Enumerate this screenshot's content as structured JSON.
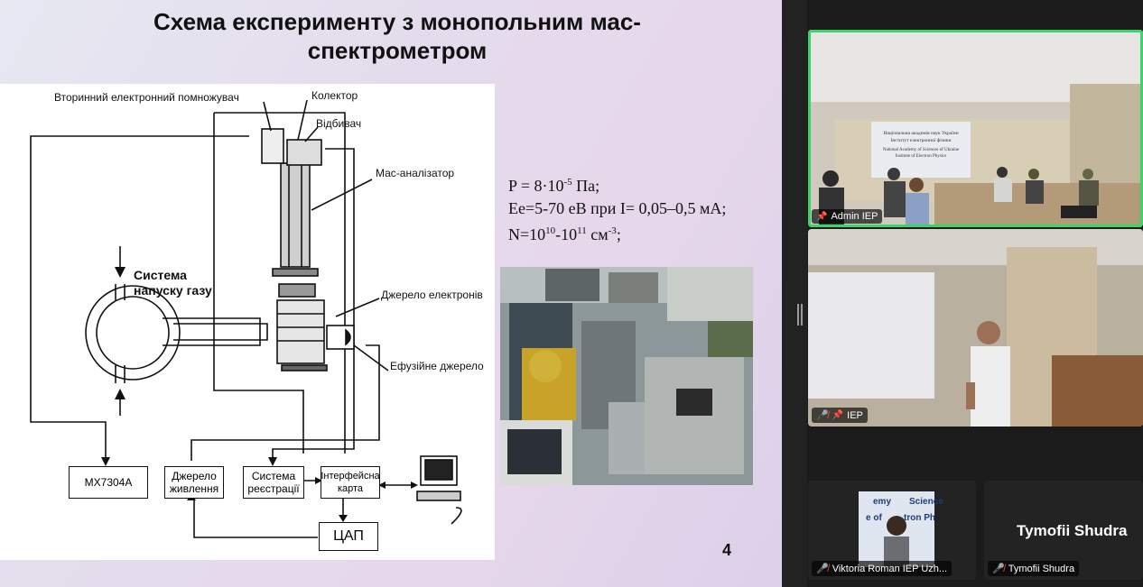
{
  "slide": {
    "title_line1": "Схема експерименту з монопольним мас-",
    "title_line2": "спектрометром",
    "page_number": "4",
    "diagram": {
      "secondary_multiplier": "Вторинний електронний помножувач",
      "collector": "Колектор",
      "deflector": "Відбивач",
      "mass_analyzer": "Мас-аналізатор",
      "gas_inlet": "Система напуску газу",
      "electron_source": "Джерело електронів",
      "effusion_source": "Ефузійне джерело",
      "box_mx": "МХ7304А",
      "box_power_1": "Джерело",
      "box_power_2": "живлення",
      "box_reg_1": "Система",
      "box_reg_2": "реєстрації",
      "box_iface_1": "Інтерфейсна",
      "box_iface_2": "карта",
      "box_dac": "ЦАП"
    },
    "params": {
      "p_prefix": "P  = 8·10",
      "p_exp": "-5",
      "p_suffix": " Па;",
      "ee": "Ee=5-70 еВ при I= 0,05–0,5 мА;",
      "n_prefix": "N=10",
      "n_exp1": "10",
      "n_mid": "-10",
      "n_exp2": "11",
      "n_suffix": " см",
      "n_exp3": "-3",
      "n_end": ";"
    }
  },
  "participants": [
    {
      "label": "Admin IEP",
      "muted": false,
      "pinned": true,
      "active_speaker": true
    },
    {
      "label": "IEP",
      "muted": true,
      "pinned": true,
      "active_speaker": false
    },
    {
      "label": "Viktoria Roman IEP Uzh...",
      "muted": true,
      "pinned": false,
      "active_speaker": false
    },
    {
      "label": "Tymofii Shudra",
      "display_name": "Tymofii Shudra",
      "muted": true,
      "pinned": false,
      "active_speaker": false
    }
  ],
  "banner_text": {
    "line1": "Національна академія наук України",
    "line2": "Інститут електронної фізики",
    "line3": "National Academy of Sciences of Ukraine",
    "line4": "Institute of Electron Physics"
  },
  "badge_text": {
    "line1": "emy",
    "line2": "Science",
    "line3": "e of",
    "line4": "tron Ph"
  },
  "colors": {
    "active_outline": "#3ad46a",
    "muted_icon": "#ff4a4a",
    "meeting_bg": "#1b1b1b"
  }
}
